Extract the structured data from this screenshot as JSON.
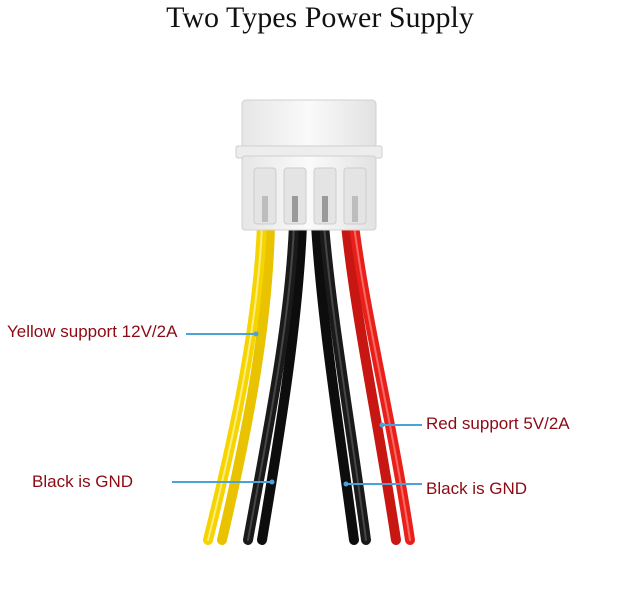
{
  "title": "Two Types Power Supply",
  "labels": {
    "yellow": "Yellow support 12V/2A",
    "black_left": "Black is GND",
    "red": "Red support 5V/2A",
    "black_right": "Black is GND"
  },
  "colors": {
    "yellow_wire": "#f5d400",
    "black_wire": "#1a1a1a",
    "red_wire": "#e8201c",
    "label_text": "#8b0a14",
    "leader_line": "#4aa3d8",
    "connector": "#f3f3f3"
  }
}
